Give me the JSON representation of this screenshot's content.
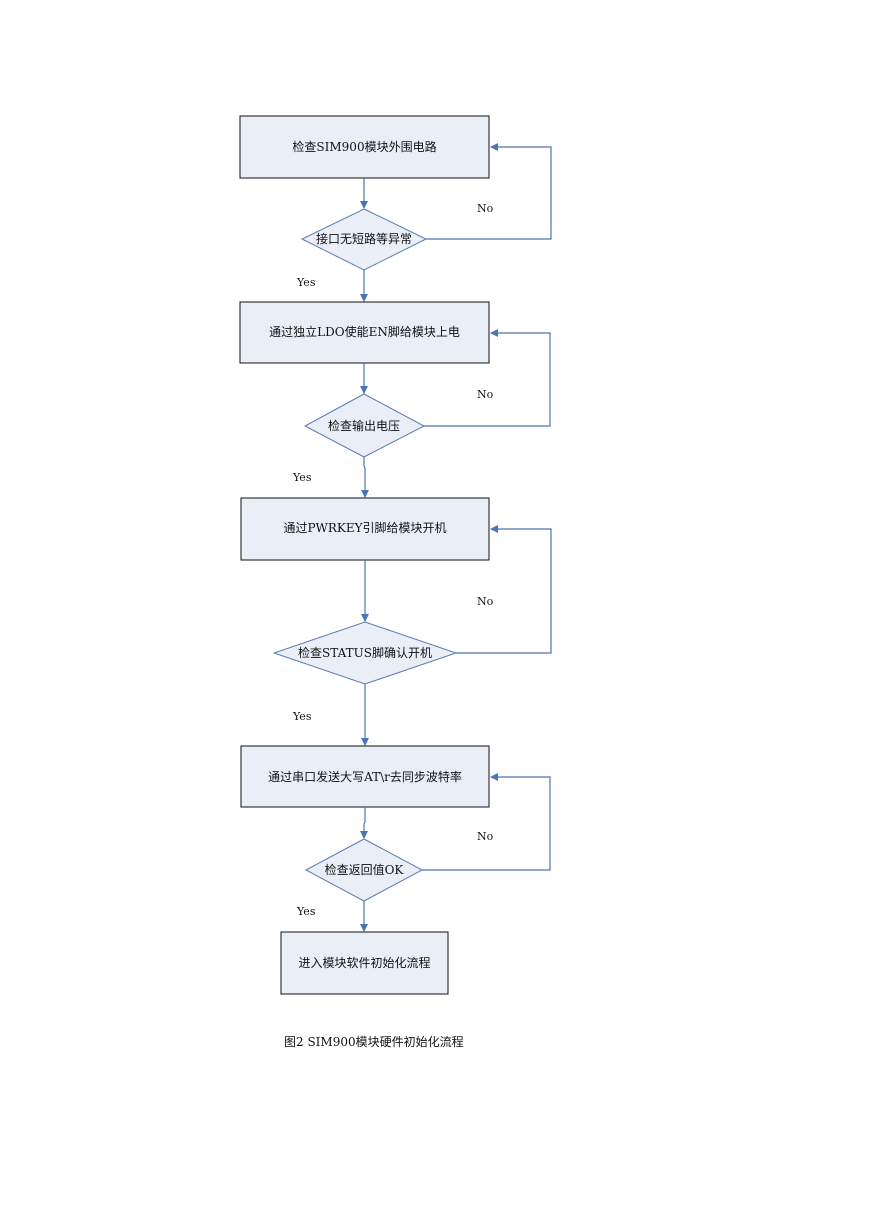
{
  "nodes": {
    "check_circuit": "检查SIM900模块外围电路",
    "no_short": "接口无短路等异常",
    "ldo_power": "通过独立LDO使能EN脚给模块上电",
    "check_voltage": "检查输出电压",
    "pwrkey": "通过PWRKEY引脚给模块开机",
    "check_status": "检查STATUS脚确认开机",
    "send_at": "通过串口发送大写AT\\r去同步波特率",
    "check_ok": "检查返回值OK",
    "software_init": "进入模块软件初始化流程"
  },
  "labels": {
    "no1": "No",
    "yes1": "Yes",
    "no2": "No",
    "yes2": "Yes",
    "no3": "No",
    "yes3": "Yes",
    "no4": "No",
    "yes4": "Yes"
  },
  "caption": "图2 SIM900模块硬件初始化流程",
  "colors": {
    "connector": "#4a74b8",
    "fill": "#e9eef7",
    "box_border": "#111111"
  }
}
